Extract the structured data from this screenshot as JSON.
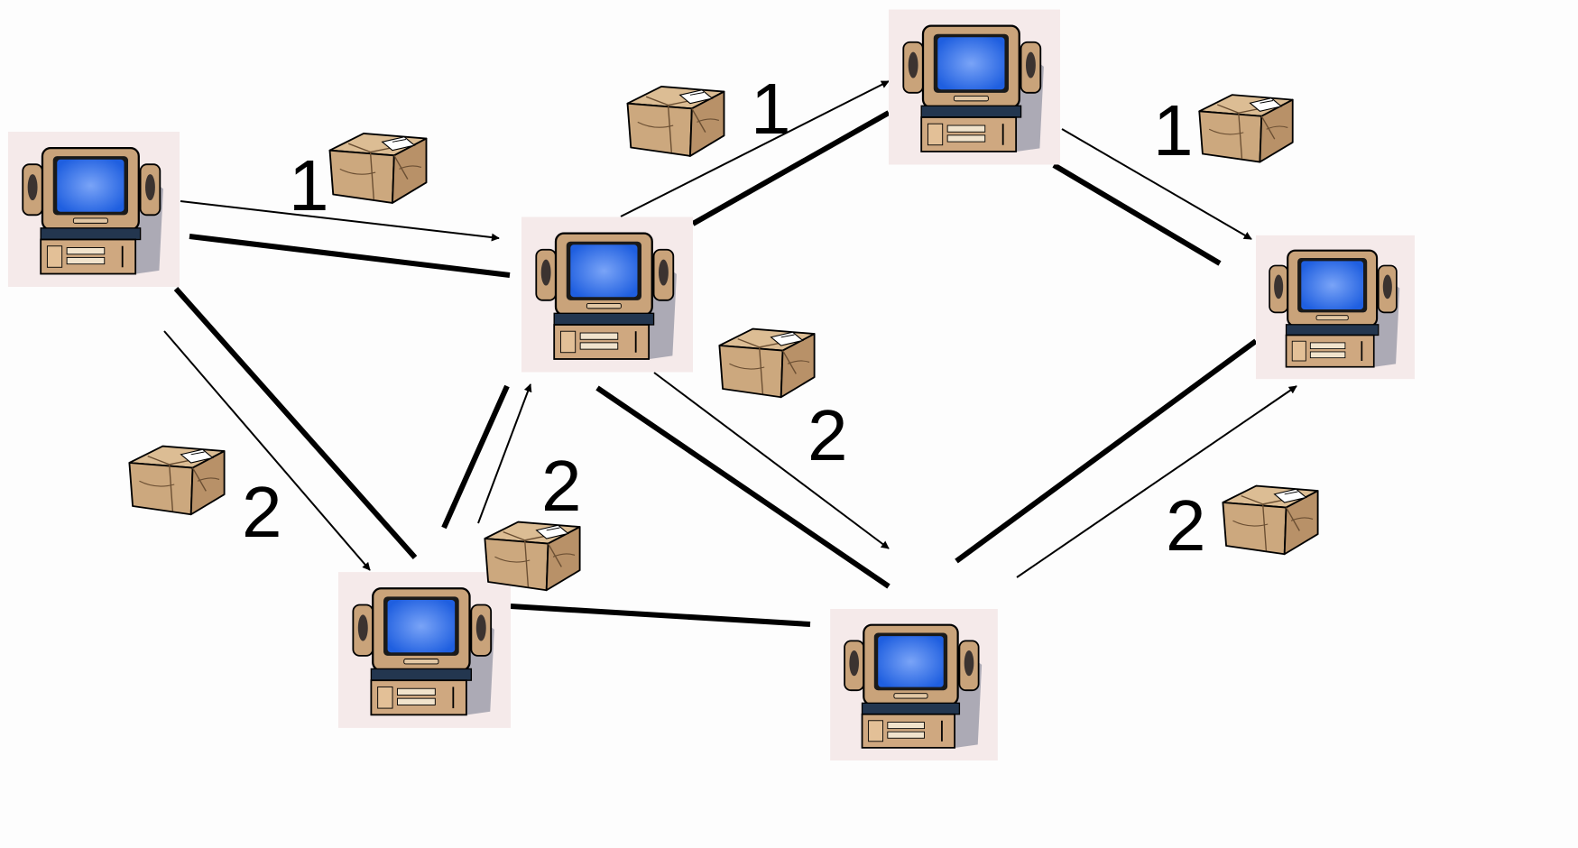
{
  "colors": {
    "background": "#fdfdfd",
    "node_bg": "#f5eaea",
    "monitor_body": "#c9a37a",
    "screen": "#2d6fe8",
    "screen_glow": "#6d9bf5",
    "speaker": "#3b3330",
    "keyboard": "#23364f",
    "tower": "#cfa880",
    "package": "#cca87e",
    "line": "#000000"
  },
  "icons": {
    "computer": "computer-icon",
    "package": "package-icon",
    "arrow": "arrow-icon"
  },
  "labels": {
    "path1_a": "1",
    "path1_b": "1",
    "path1_c": "1",
    "path2_a": "2",
    "path2_b": "2",
    "path2_c": "2",
    "path2_d": "2"
  }
}
